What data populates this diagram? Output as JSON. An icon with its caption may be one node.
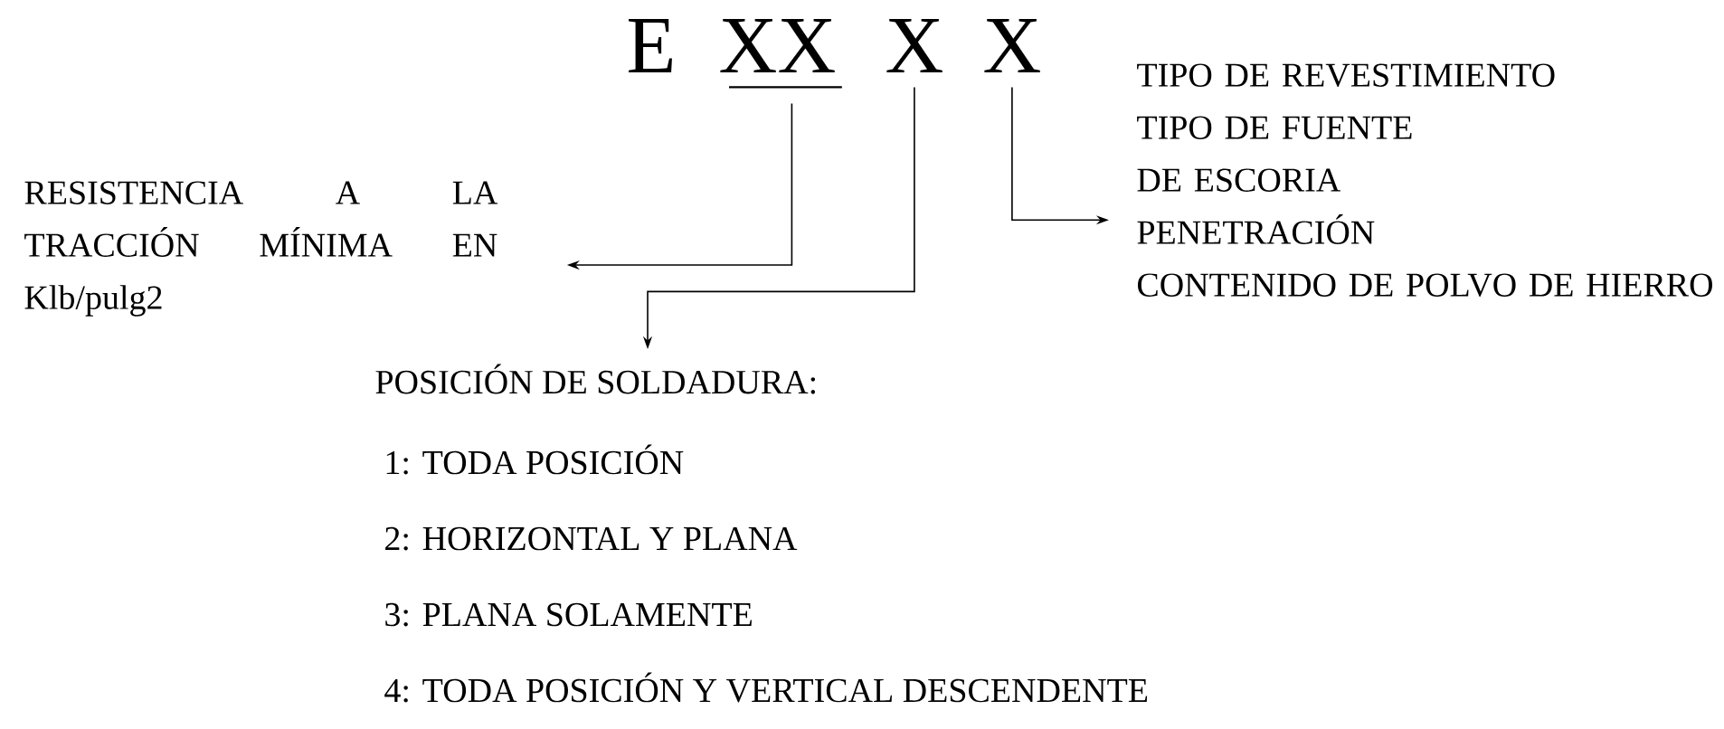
{
  "diagram": {
    "nodes": [
      {
        "text": [
          "XX"
        ]
      },
      {
        "text": [
          "X"
        ]
      },
      {
        "text": [
          "X"
        ]
      },
      {
        "text": [
          "RESISTENCIA A LA TRACCIÓN MÍNIMA EN Klb/pulg2"
        ]
      },
      {
        "text": [
          "POSICIÓN DE SOLDADURA:"
        ]
      },
      {
        "text": [
          "TIPO DE REVESTIMIENTO",
          "TIPO DE FUENTE",
          "DE ESCORIA",
          "PENETRACIÓN",
          "CONTENIDO DE POLVO DE HIERRO"
        ]
      }
    ],
    "edges": [
      {
        "from": 0,
        "to": 3,
        "arrow": "to"
      },
      {
        "from": 1,
        "to": 4,
        "arrow": "to"
      },
      {
        "from": 2,
        "to": 5,
        "arrow": "to"
      }
    ],
    "labels": [
      "E",
      "1: TODA POSICIÓN",
      "2: HORIZONTAL Y PLANA",
      "3: PLANA SOLAMENTE",
      "4: TODA POSICIÓN Y VERTICAL DESCENDENTE"
    ]
  }
}
